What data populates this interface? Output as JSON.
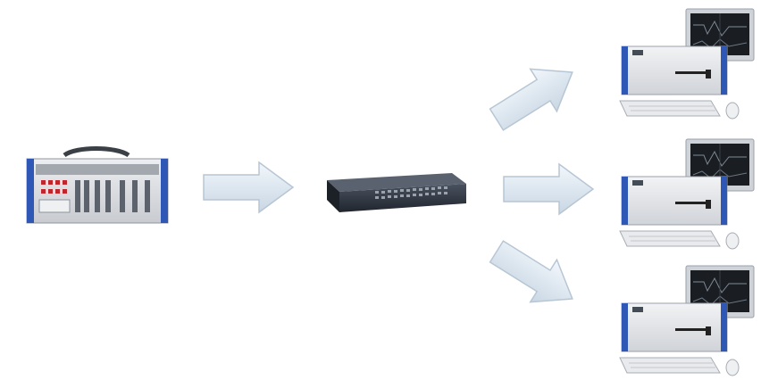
{
  "diagram": {
    "nodes": [
      {
        "id": "source",
        "kind": "measurement-chassis"
      },
      {
        "id": "switch",
        "kind": "network-switch"
      },
      {
        "id": "client-1",
        "kind": "workstation"
      },
      {
        "id": "client-2",
        "kind": "workstation"
      },
      {
        "id": "client-3",
        "kind": "workstation"
      }
    ],
    "edges": [
      {
        "from": "source",
        "to": "switch"
      },
      {
        "from": "switch",
        "to": "client-1"
      },
      {
        "from": "switch",
        "to": "client-2"
      },
      {
        "from": "switch",
        "to": "client-3"
      }
    ]
  },
  "colors": {
    "arrow_fill": "#dde7f0",
    "arrow_stroke": "#b7c6d4",
    "device_body": "#dcdde0",
    "device_side": "#2f57b5",
    "switch_body": "#2e3440",
    "monitor_screen": "#1a1d22"
  }
}
